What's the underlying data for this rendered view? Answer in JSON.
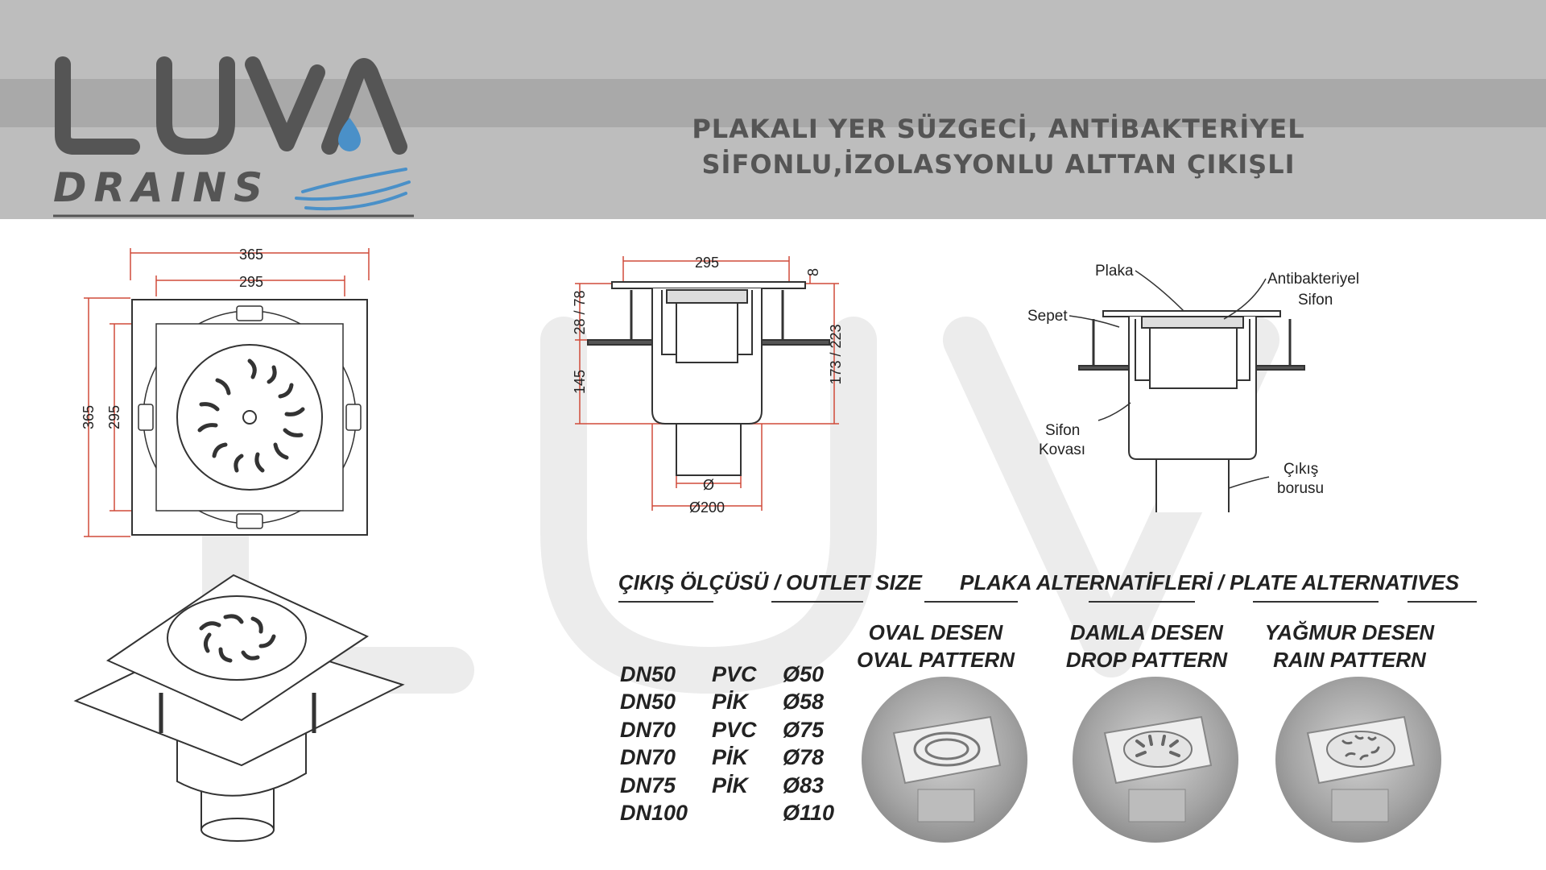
{
  "brand": {
    "name": "LUVA",
    "sub": "DRAINS"
  },
  "title": {
    "line1": "PLAKALI YER SÜZGECİ, ANTİBAKTERİYEL",
    "line2": "SİFONLU,İZOLASYONLU ALTTAN ÇIKIŞLI"
  },
  "plan_view": {
    "outer_width": "365",
    "inner_width": "295",
    "outer_height": "365",
    "inner_height": "295"
  },
  "section_view": {
    "top_width": "295",
    "plate_thickness": "8",
    "upper_height": "28 / 78",
    "lower_height": "145",
    "total_height": "173 / 223",
    "outlet_diameter": "Ø",
    "body_diameter": "Ø200"
  },
  "labeled_view": {
    "plaka": "Plaka",
    "antibakteriyel_1": "Antibakteriyel",
    "antibakteriyel_2": "Sifon",
    "sepet": "Sepet",
    "sifon_1": "Sifon",
    "sifon_2": "Kovası",
    "cikis_1": "Çıkış",
    "cikis_2": "borusu"
  },
  "outlet": {
    "heading": "ÇIKIŞ ÖLÇÜSÜ / OUTLET SIZE",
    "rows": [
      {
        "dn": "DN50",
        "material": "PVC",
        "size": "Ø50"
      },
      {
        "dn": "DN50",
        "material": "PİK",
        "size": "Ø58"
      },
      {
        "dn": "DN70",
        "material": "PVC",
        "size": "Ø75"
      },
      {
        "dn": "DN70",
        "material": "PİK",
        "size": "Ø78"
      },
      {
        "dn": "DN75",
        "material": "PİK",
        "size": "Ø83"
      },
      {
        "dn": "DN100",
        "material": "",
        "size": "Ø110"
      }
    ]
  },
  "plates": {
    "heading": "PLAKA ALTERNATİFLERİ / PLATE ALTERNATIVES",
    "items": [
      {
        "tr": "OVAL DESEN",
        "en": "OVAL PATTERN"
      },
      {
        "tr": "DAMLA DESEN",
        "en": "DROP PATTERN"
      },
      {
        "tr": "YAĞMUR DESEN",
        "en": "RAIN PATTERN"
      }
    ]
  },
  "colors": {
    "header_band": "#bdbdbd",
    "header_stripe": "#a9a9a9",
    "logo": "#555555",
    "drop": "#4a90c8"
  }
}
